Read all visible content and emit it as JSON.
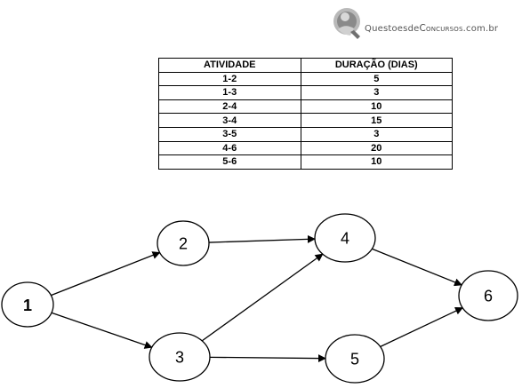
{
  "watermark": {
    "brand_prefix": "Questoesde",
    "brand_caps": "Concursos",
    "brand_suffix": ".com.br"
  },
  "table": {
    "headers": [
      "ATIVIDADE",
      "DURAÇÃO (DIAS)"
    ],
    "rows": [
      [
        "1-2",
        "5"
      ],
      [
        "1-3",
        "3"
      ],
      [
        "2-4",
        "10"
      ],
      [
        "3-4",
        "15"
      ],
      [
        "3-5",
        "3"
      ],
      [
        "4-6",
        "20"
      ],
      [
        "5-6",
        "10"
      ]
    ]
  },
  "network": {
    "nodes": [
      {
        "id": "1"
      },
      {
        "id": "2"
      },
      {
        "id": "3"
      },
      {
        "id": "4"
      },
      {
        "id": "5"
      },
      {
        "id": "6"
      }
    ],
    "edges": [
      {
        "from": "1",
        "to": "2"
      },
      {
        "from": "1",
        "to": "3"
      },
      {
        "from": "2",
        "to": "4"
      },
      {
        "from": "3",
        "to": "4"
      },
      {
        "from": "3",
        "to": "5"
      },
      {
        "from": "4",
        "to": "6"
      },
      {
        "from": "5",
        "to": "6"
      }
    ]
  },
  "colors": {
    "stroke": "#000000",
    "watermark_text": "#555555"
  }
}
